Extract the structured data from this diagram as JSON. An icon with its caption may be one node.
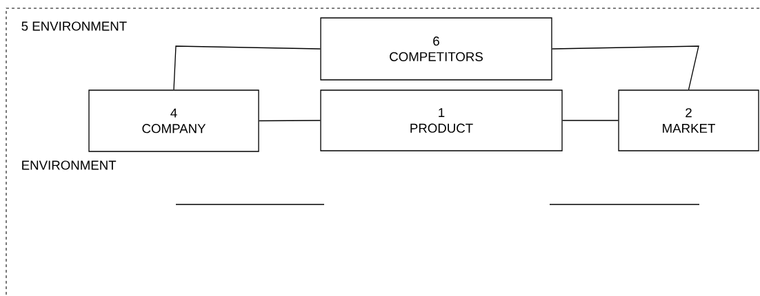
{
  "diagram": {
    "nodes": [
      {
        "text": [
          "5  ENVIRONMENT"
        ]
      },
      {
        "text": [
          "6",
          "COMPETITORS"
        ],
        "in": 0
      },
      {
        "text": [
          "4",
          "COMPANY"
        ],
        "in": 0
      },
      {
        "text": [
          "1",
          "PRODUCT"
        ],
        "in": 0
      },
      {
        "text": [
          "2",
          "MARKET"
        ],
        "in": 0
      }
    ],
    "edges": [
      {
        "from": 1,
        "to": 2,
        "arrow": "none"
      },
      {
        "from": 2,
        "to": 3,
        "arrow": "none"
      },
      {
        "from": 3,
        "to": 4,
        "arrow": "none"
      },
      {
        "from": 1,
        "to": 4,
        "arrow": "none"
      }
    ],
    "labels": [
      "ENVIRONMENT"
    ]
  }
}
